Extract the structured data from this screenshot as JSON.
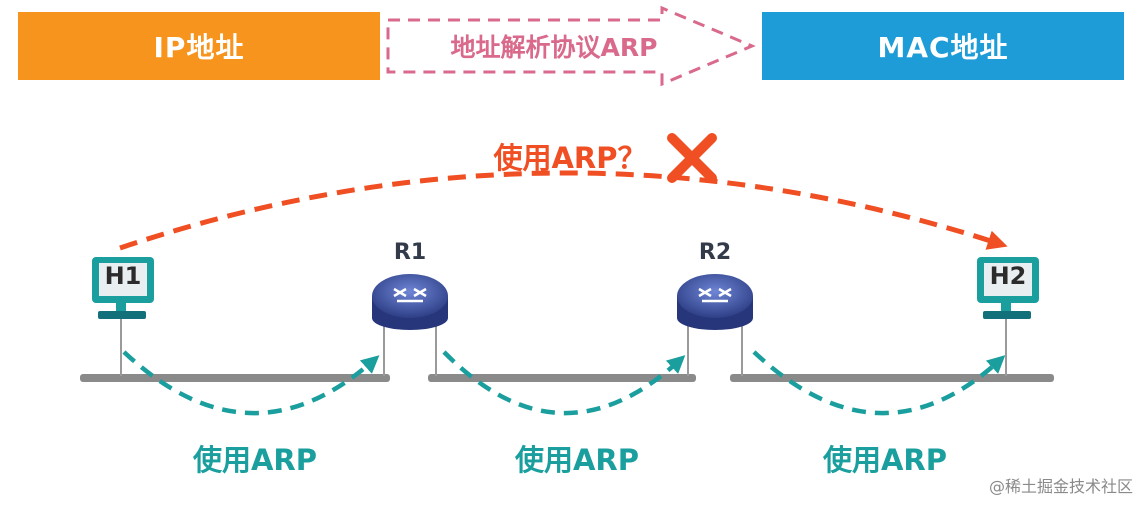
{
  "header": {
    "ip_label": "IP地址",
    "mac_label": "MAC地址",
    "protocol_label": "地址解析协议ARP"
  },
  "diagram": {
    "top_question": "使用ARP？",
    "hop_labels": [
      "使用ARP",
      "使用ARP",
      "使用ARP"
    ],
    "hosts": [
      "H1",
      "H2"
    ],
    "routers": [
      "R1",
      "R2"
    ]
  },
  "colors": {
    "ip_box": "#F7941D",
    "mac_box": "#1E9CD7",
    "banner": "#D96A8C",
    "red_arrow": "#F04E23",
    "teal_arrow": "#1A9E9E",
    "link_gray": "#8A8A8A",
    "router_blue": "#3A4F9C"
  },
  "watermark": "@稀土掘金技术社区"
}
